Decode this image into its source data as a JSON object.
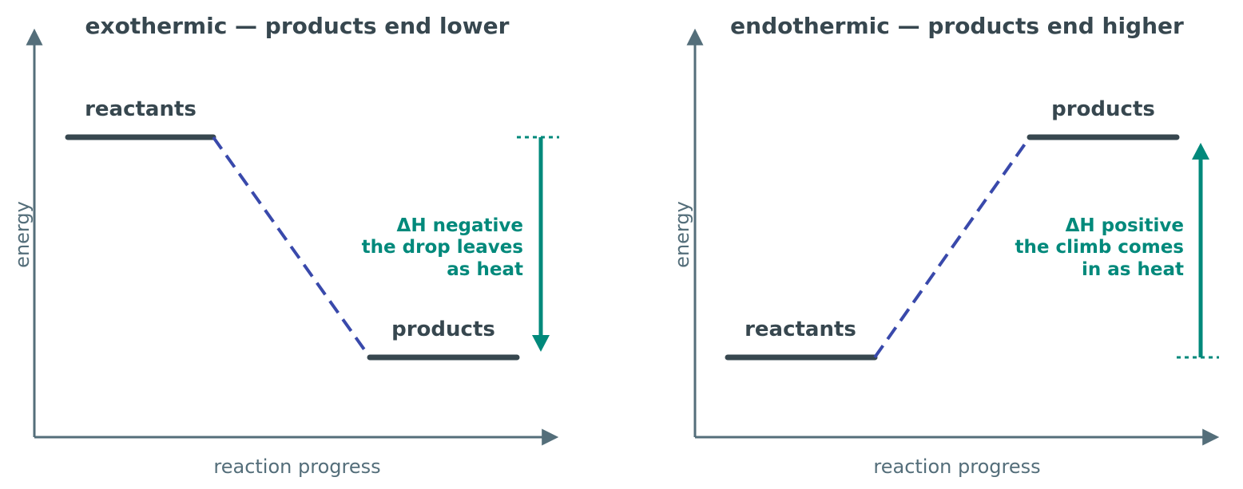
{
  "colors": {
    "axis": "#546e7a",
    "text": "#37474f",
    "level": "#37474f",
    "transition": "#3949ab",
    "accent": "#00897b"
  },
  "exothermic": {
    "title": "exothermic — products end lower",
    "reactants_label": "reactants",
    "products_label": "products",
    "y_axis_label": "energy",
    "x_axis_label": "reaction progress",
    "delta_h_lines": [
      "ΔH negative",
      "the drop leaves",
      "as heat"
    ]
  },
  "endothermic": {
    "title": "endothermic — products end higher",
    "reactants_label": "reactants",
    "products_label": "products",
    "y_axis_label": "energy",
    "x_axis_label": "reaction progress",
    "delta_h_lines": [
      "ΔH positive",
      "the climb comes",
      "in as heat"
    ]
  }
}
